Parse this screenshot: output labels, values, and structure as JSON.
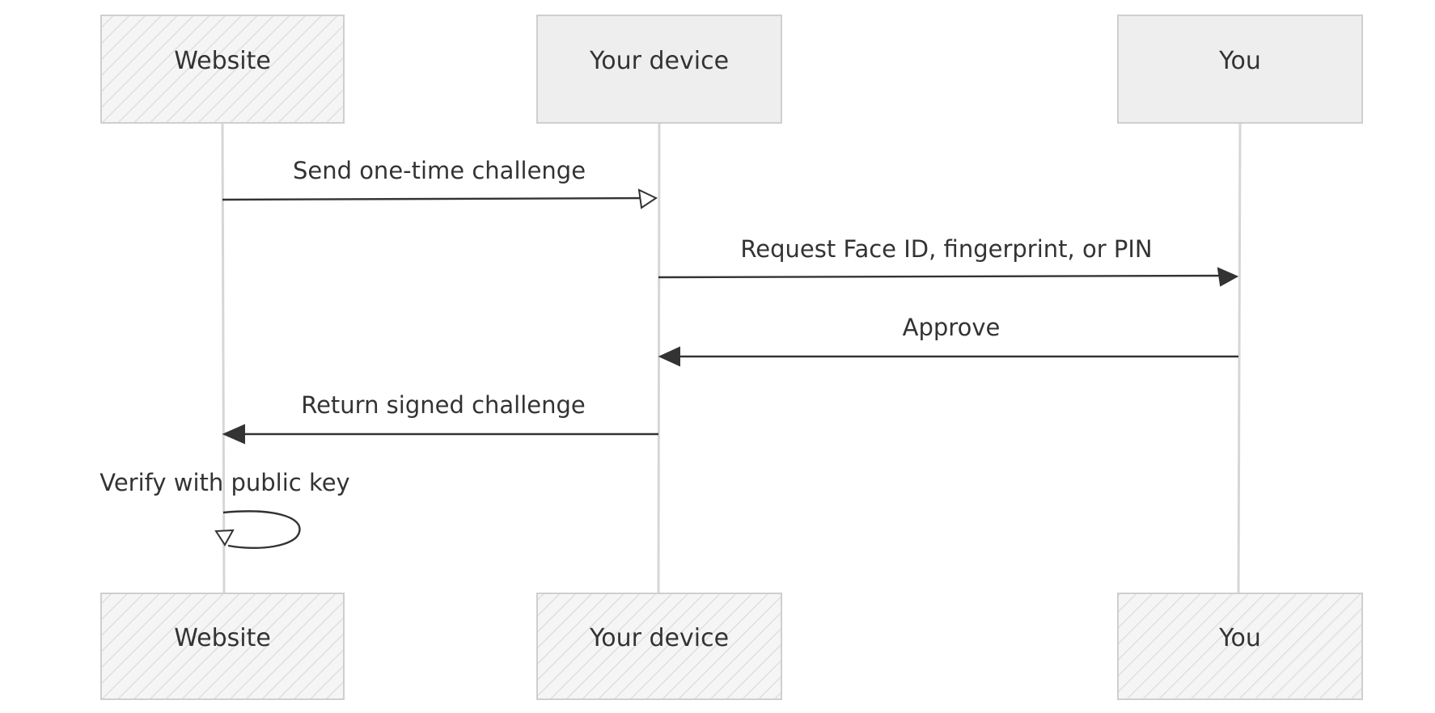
{
  "participants": [
    {
      "id": "website",
      "label": "Website",
      "top_style": "hatched",
      "bottom_style": "hatched"
    },
    {
      "id": "device",
      "label": "Your device",
      "top_style": "solid",
      "bottom_style": "hatched"
    },
    {
      "id": "you",
      "label": "You",
      "top_style": "solid",
      "bottom_style": "hatched"
    }
  ],
  "messages": [
    {
      "from": "website",
      "to": "device",
      "label": "Send one-time challenge",
      "arrowhead": "open"
    },
    {
      "from": "device",
      "to": "you",
      "label": "Request Face ID, fingerprint, or PIN",
      "arrowhead": "filled"
    },
    {
      "from": "you",
      "to": "device",
      "label": "Approve",
      "arrowhead": "filled"
    },
    {
      "from": "device",
      "to": "website",
      "label": "Return signed challenge",
      "arrowhead": "filled"
    },
    {
      "from": "website",
      "to": "website",
      "label": "Verify with public key",
      "arrowhead": "open"
    }
  ],
  "colors": {
    "box_fill": "#eeeeee",
    "box_stroke": "#cfcfcf",
    "hatch": "#d9d9d9",
    "lifeline": "#d6d6d6",
    "text": "#333333",
    "line": "#333333"
  }
}
